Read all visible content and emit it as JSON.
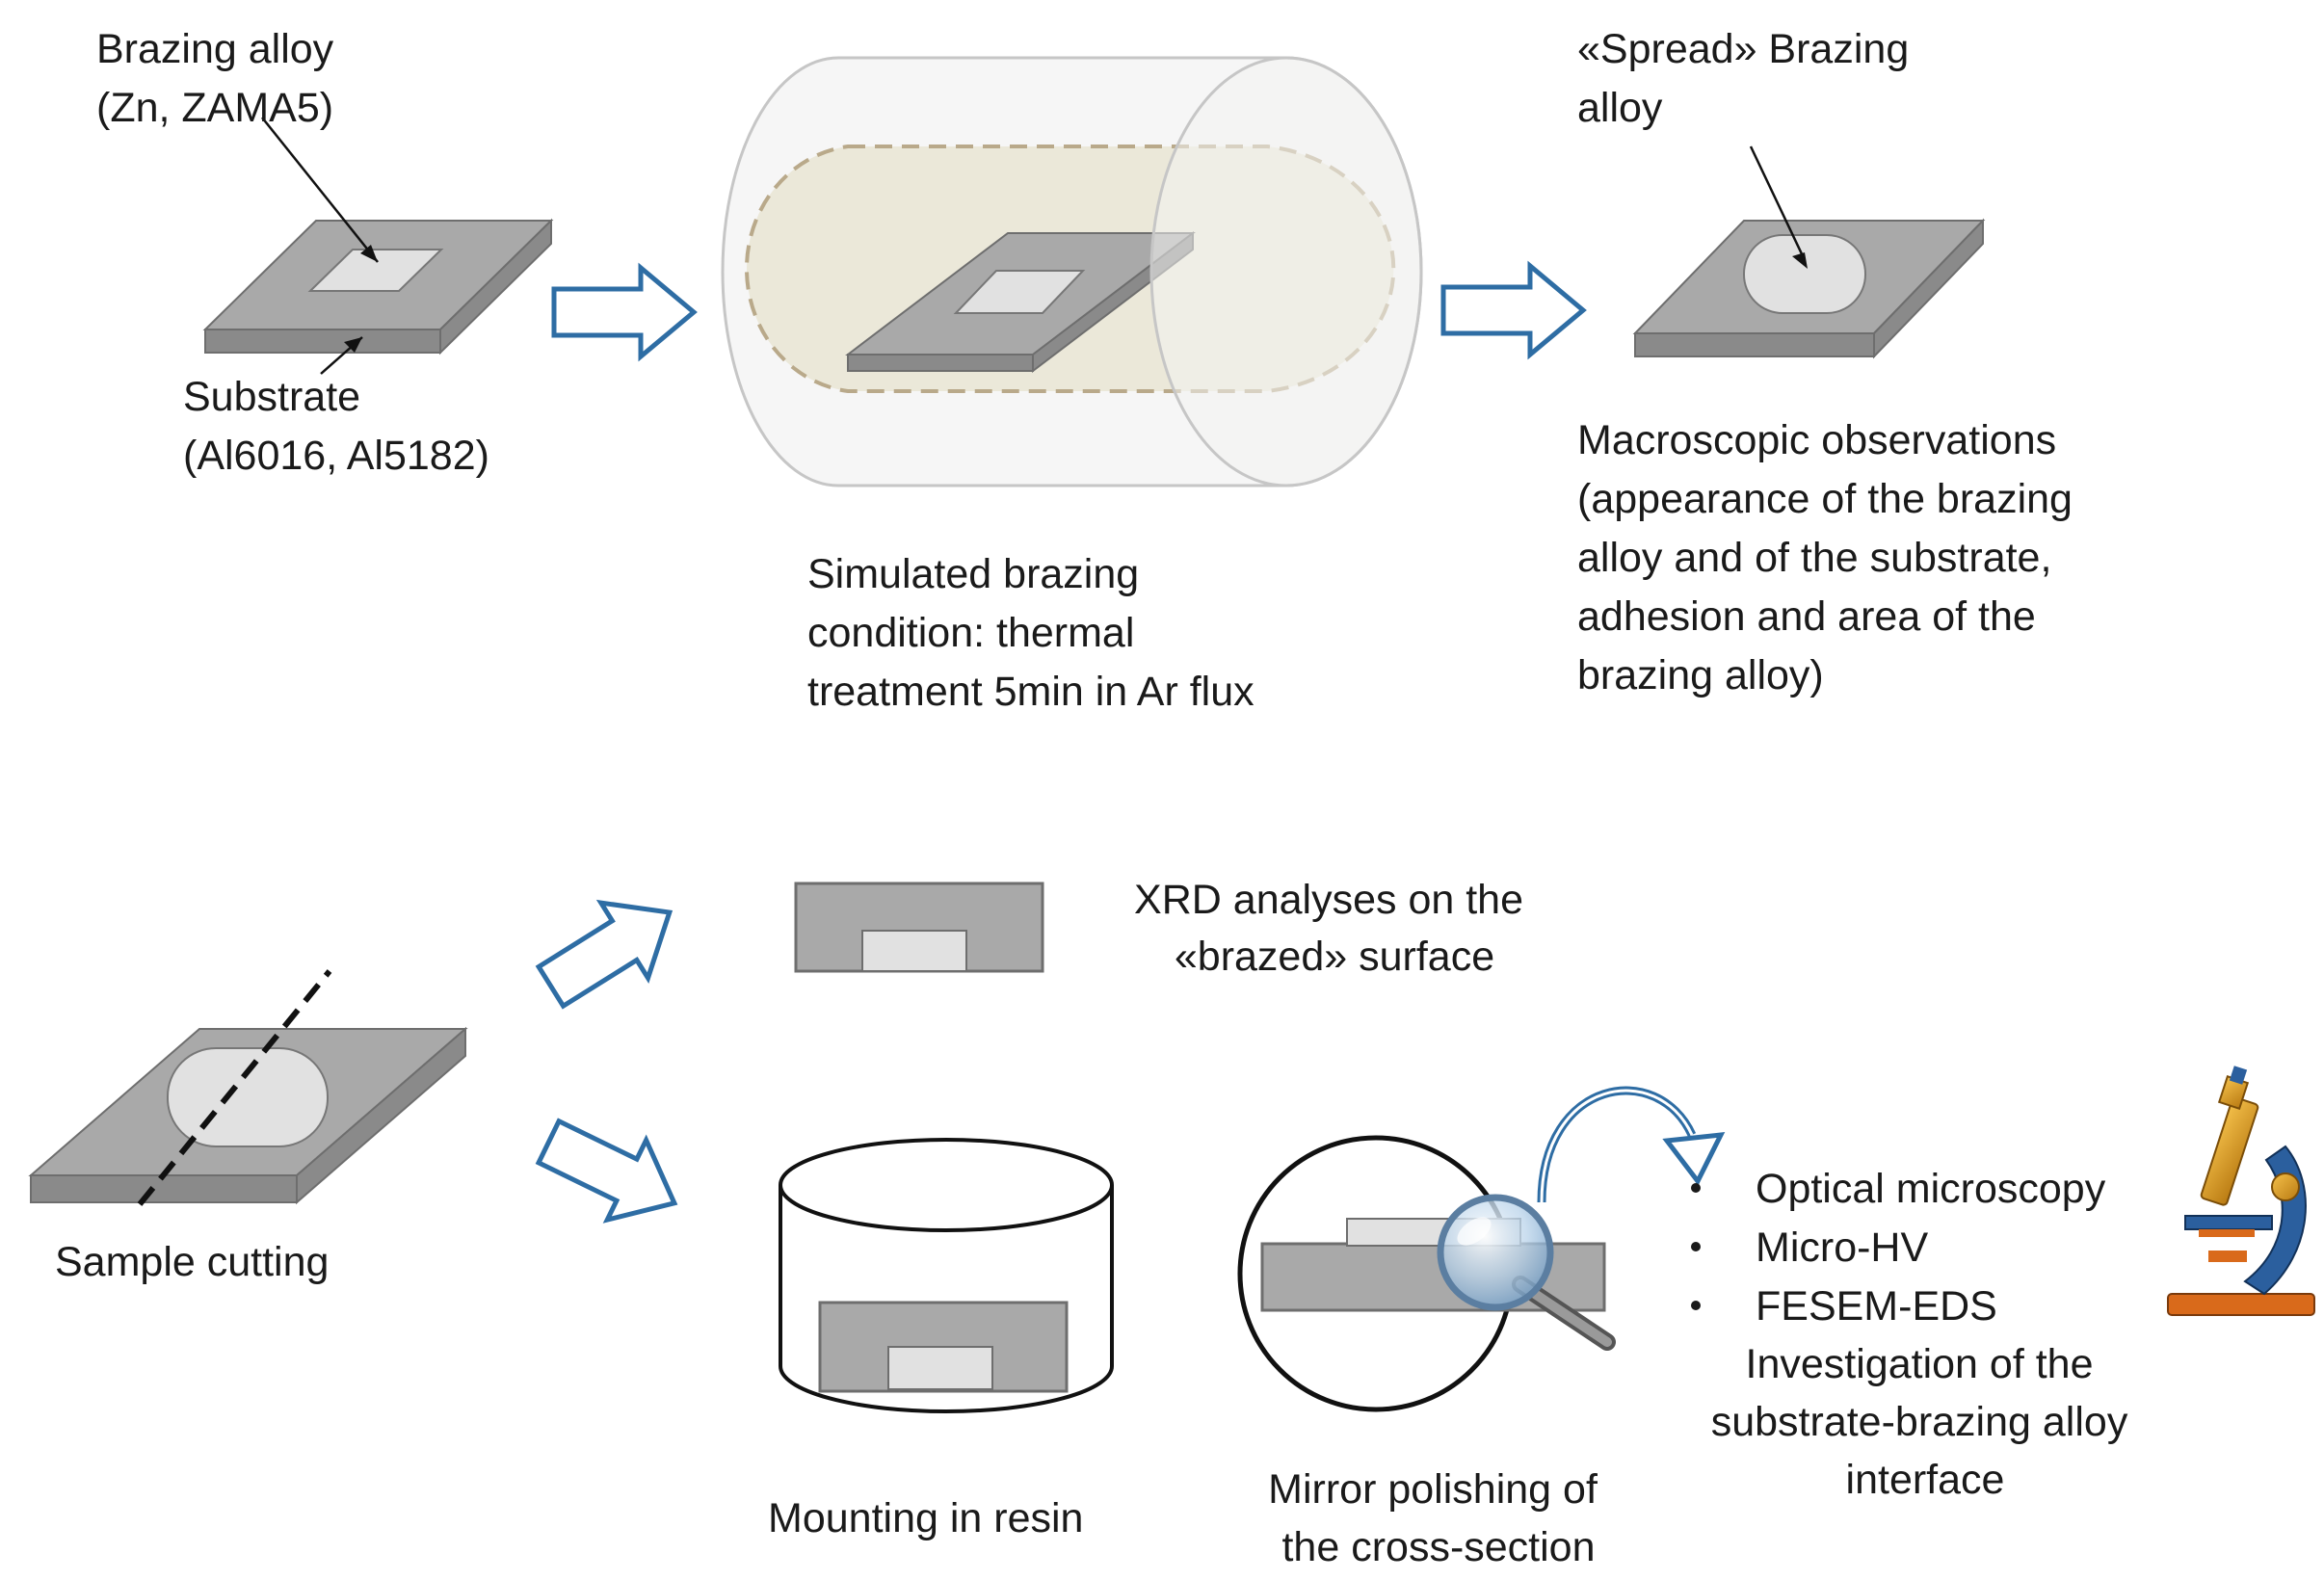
{
  "colors": {
    "plate_top": "#a9a9a9",
    "plate_side": "#8a8a8a",
    "alloy": "#e1e1e1",
    "arrow_stroke": "#2e6da4",
    "furnace_fill": "#ebe8d9",
    "furnace_dash": "#b9a98a",
    "furnace_outline": "#c6c6c6"
  },
  "steps": {
    "brazing_alloy": {
      "line1": "Brazing alloy",
      "line2": "(Zn, ZAMA5)"
    },
    "substrate": {
      "line1": "Substrate",
      "line2": "(Al6016, Al5182)"
    },
    "simulated": {
      "line1": "Simulated brazing",
      "line2": "condition: thermal",
      "line3": "treatment 5min in Ar flux"
    },
    "spread": {
      "line1": "«Spread» Brazing",
      "line2": "alloy"
    },
    "macroscopic": {
      "line1": "Macroscopic observations",
      "line2": "(appearance of the brazing",
      "line3": "alloy and of the substrate,",
      "line4": "adhesion and area of the",
      "line5": "brazing alloy)"
    },
    "xrd": {
      "line1": "XRD analyses on the",
      "line2": "«brazed» surface"
    },
    "sample_cutting": "Sample cutting",
    "mounting": "Mounting in resin",
    "polishing": {
      "line1": "Mirror polishing of",
      "line2": "the cross-section"
    },
    "bullets": [
      "Optical microscopy",
      "Micro-HV",
      "FESEM-EDS"
    ],
    "investigation": {
      "line1": "Investigation of the",
      "line2": "substrate-brazing alloy",
      "line3": "interface"
    }
  }
}
